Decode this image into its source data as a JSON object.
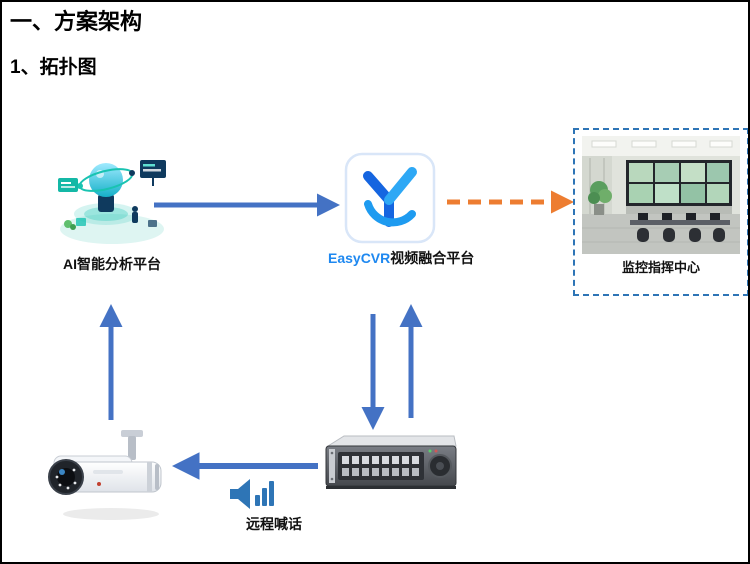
{
  "page": {
    "background": "#ffffff",
    "frame_color": "#000000"
  },
  "header": {
    "title": "一、方案架构",
    "subtitle": "1、拓扑图"
  },
  "nodes": {
    "ai_platform": {
      "label": "AI智能分析平台",
      "icon": "isometric-ai-platform-illustration"
    },
    "easycvr": {
      "label_en": "EasyCVR",
      "label_zh": "视频融合平台",
      "icon": "easycvr-logo"
    },
    "monitor_center": {
      "label": "监控指挥中心",
      "icon": "control-room-photo"
    },
    "camera": {
      "icon": "bullet-camera-photo"
    },
    "nvr": {
      "icon": "nvr-recorder-photo"
    }
  },
  "annotations": {
    "speaker_label": "远程喊话",
    "speaker_icon": "speaker-volume-icon"
  },
  "edges": [
    {
      "from": "ai_platform",
      "to": "easycvr",
      "style": "solid",
      "color": "#4472C4",
      "direction": "right"
    },
    {
      "from": "easycvr",
      "to": "monitor_center",
      "style": "dashed",
      "color": "#ED7D31",
      "direction": "right"
    },
    {
      "from": "camera",
      "to": "ai_platform",
      "style": "solid",
      "color": "#4472C4",
      "direction": "up"
    },
    {
      "from": "easycvr",
      "to": "nvr",
      "style": "solid",
      "color": "#4472C4",
      "direction": "down"
    },
    {
      "from": "nvr",
      "to": "easycvr",
      "style": "solid",
      "color": "#4472C4",
      "direction": "up"
    },
    {
      "from": "nvr",
      "to": "camera",
      "style": "solid",
      "color": "#4472C4",
      "direction": "left"
    }
  ],
  "colors": {
    "arrow_blue": "#4472C4",
    "arrow_orange": "#ED7D31",
    "dashed_border_blue": "#2E75B6",
    "logo_blue": "#1E88F0",
    "speaker_blue": "#2E75B6"
  }
}
